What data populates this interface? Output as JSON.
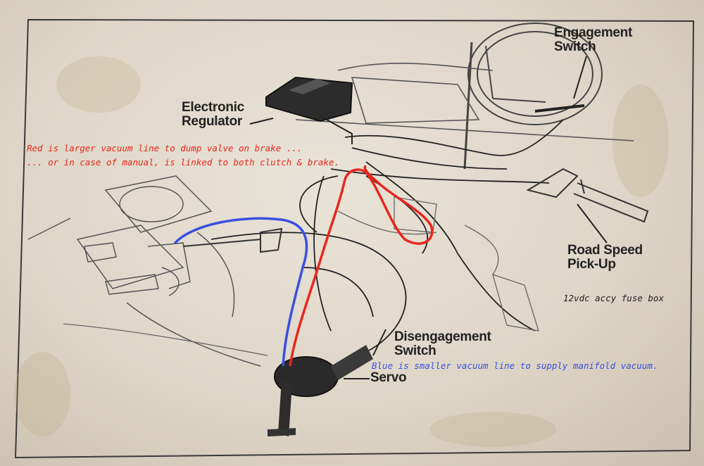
{
  "colors": {
    "paper": "#e6e0d3",
    "ink": "#222222",
    "red_line": "#e8271e",
    "blue_line": "#3a4fe0"
  },
  "labels": {
    "engagement_switch": [
      "Engagement",
      "Switch"
    ],
    "electronic_regulator": [
      "Electronic",
      "Regulator"
    ],
    "road_speed_pickup": [
      "Road Speed",
      "Pick-Up"
    ],
    "disengagement_switch": [
      "Disengagement",
      "Switch"
    ],
    "servo": "Servo"
  },
  "notes": {
    "red_line_1": "Red is larger vacuum line to dump valve on brake ...",
    "red_line_2": "... or in case of manual, is linked to both clutch & brake.",
    "fuse_box": "12vdc accy fuse box",
    "blue_line": "Blue is smaller vacuum line to supply manifold vacuum."
  }
}
